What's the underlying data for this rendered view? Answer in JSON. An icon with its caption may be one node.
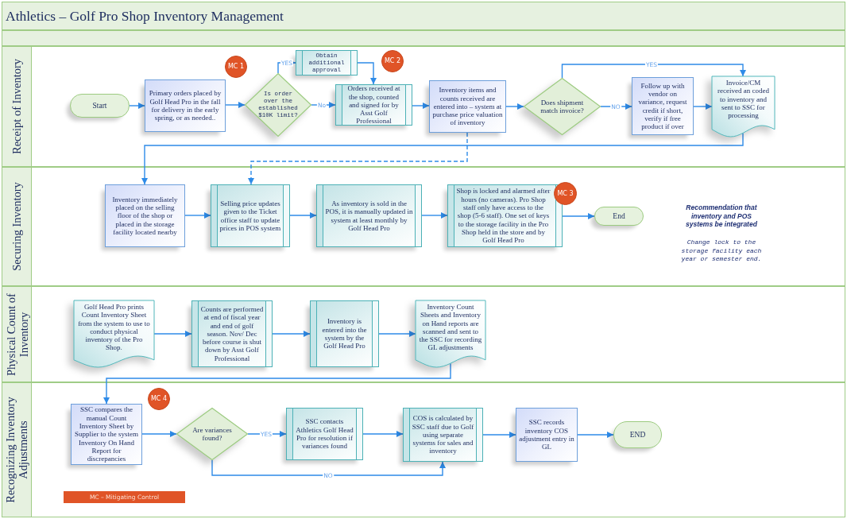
{
  "diagram": {
    "title": "Athletics – Golf Pro Shop Inventory Management",
    "nodes": [
      {
        "text": [
          "Receipt of Inventory"
        ]
      },
      {
        "text": [
          "Start"
        ],
        "in": 0
      },
      {
        "text": [
          "Primary orders placed by Golf Head Pro in the fall for delivery in the early spring, or as needed.."
        ],
        "in": 0
      },
      {
        "text": [
          "MC 1"
        ],
        "in": 0
      },
      {
        "text": [
          "Is order over the established $10K limit?"
        ],
        "in": 0
      },
      {
        "text": [
          "Obtain additional approval"
        ],
        "in": 0
      },
      {
        "text": [
          "MC 2"
        ],
        "in": 0
      },
      {
        "text": [
          "Orders received at the shop, counted and signed for by Asst Golf Professional"
        ],
        "in": 0
      },
      {
        "text": [
          "Inventory items and counts received are entered into – system at purchase price valuation of inventory"
        ],
        "in": 0
      },
      {
        "text": [
          "Does shipment match invoice?"
        ],
        "in": 0
      },
      {
        "text": [
          "Follow up with vendor on variance, request credit if short, verify if free product if over"
        ],
        "in": 0
      },
      {
        "text": [
          "Invoice/CM received an coded to inventory and sent to SSC for processing"
        ],
        "in": 0
      },
      {
        "text": [
          "Securing Inventory"
        ]
      },
      {
        "text": [
          "Inventory immediately placed on the selling floor of the shop or placed in the storage facility located nearby"
        ],
        "in": 12
      },
      {
        "text": [
          "Selling price updates given to the Ticket office staff to update prices in POS system"
        ],
        "in": 12
      },
      {
        "text": [
          "As inventory is sold in the POS, it is manually updated in system at least monthly by Golf Head Pro"
        ],
        "in": 12
      },
      {
        "text": [
          "Shop is locked and alarmed after hours (no cameras). Pro Shop staff only have access to the shop (5-6 staff). One set of keys to the storage facility in the Pro Shop held in the store and by Golf Head Pro"
        ],
        "in": 12
      },
      {
        "text": [
          "MC 3"
        ],
        "in": 12
      },
      {
        "text": [
          "End"
        ],
        "in": 12
      },
      {
        "text": [
          "Physical Count of Inventory"
        ]
      },
      {
        "text": [
          "Golf Head Pro prints Count Inventory Sheet from the system to use to conduct physical inventory of the Pro Shop."
        ],
        "in": 19
      },
      {
        "text": [
          "Counts are performed at end of fiscal year and end of golf season. Nov/ Dec before course is shut down by Asst Golf Professional"
        ],
        "in": 19
      },
      {
        "text": [
          "Inventory is entered into the system by the Golf Head Pro"
        ],
        "in": 19
      },
      {
        "text": [
          "Inventory Count Sheets and Inventory on Hand reports are scanned and sent to the SSC for recording GL adjustments"
        ],
        "in": 19
      },
      {
        "text": [
          "Recognizing Inventory Adjustments"
        ]
      },
      {
        "text": [
          "SSC compares the manual Count Inventory Sheet by Supplier to the system Inventory On Hand Report for discrepancies"
        ],
        "in": 24
      },
      {
        "text": [
          "MC 4"
        ],
        "in": 24
      },
      {
        "text": [
          "Are variances found?"
        ],
        "in": 24
      },
      {
        "text": [
          "SSC contacts Athletics Golf Head Pro for resolution if variances found"
        ],
        "in": 24
      },
      {
        "text": [
          "COS is calculated by SSC staff due to Golf using separate systems for sales and inventory"
        ],
        "in": 24
      },
      {
        "text": [
          "SSC records inventory COS adjustment entry in GL"
        ],
        "in": 24
      },
      {
        "text": [
          "END"
        ],
        "in": 24
      }
    ],
    "edges": [
      {
        "from": 1,
        "to": 2,
        "arrow": "to"
      },
      {
        "from": 2,
        "to": 4,
        "arrow": "to"
      },
      {
        "from": 4,
        "to": 5,
        "arrow": "to",
        "label": "YES"
      },
      {
        "from": 4,
        "to": 7,
        "arrow": "to",
        "label": "No"
      },
      {
        "from": 5,
        "to": 7,
        "arrow": "to"
      },
      {
        "from": 7,
        "to": 8,
        "arrow": "to"
      },
      {
        "from": 8,
        "to": 9,
        "arrow": "to"
      },
      {
        "from": 9,
        "to": 11,
        "arrow": "to",
        "label": "YES"
      },
      {
        "from": 9,
        "to": 10,
        "arrow": "to",
        "label": "NO"
      },
      {
        "from": 10,
        "to": 11,
        "arrow": "to"
      },
      {
        "from": 11,
        "to": 13,
        "arrow": "to"
      },
      {
        "from": 8,
        "to": 14,
        "arrow": "to",
        "style": "dashed"
      },
      {
        "from": 13,
        "to": 14,
        "arrow": "to"
      },
      {
        "from": 14,
        "to": 15,
        "arrow": "to"
      },
      {
        "from": 15,
        "to": 16,
        "arrow": "to"
      },
      {
        "from": 16,
        "to": 18,
        "arrow": "to"
      },
      {
        "from": 20,
        "to": 21,
        "arrow": "to"
      },
      {
        "from": 21,
        "to": 22,
        "arrow": "to"
      },
      {
        "from": 22,
        "to": 23,
        "arrow": "to"
      },
      {
        "from": 23,
        "to": 25,
        "arrow": "to"
      },
      {
        "from": 25,
        "to": 27,
        "arrow": "to"
      },
      {
        "from": 27,
        "to": 28,
        "arrow": "to",
        "label": "YES"
      },
      {
        "from": 27,
        "to": 29,
        "arrow": "to",
        "label": "NO"
      },
      {
        "from": 28,
        "to": 29,
        "arrow": "to"
      },
      {
        "from": 29,
        "to": 30,
        "arrow": "to"
      },
      {
        "from": 30,
        "to": 31,
        "arrow": "to"
      }
    ],
    "labels": [
      "Recommendation that inventory and POS systems be integrated",
      "Change lock to the storage facility each year or semester end."
    ],
    "legend": [
      {
        "text": "MC – Mitigating Control",
        "color": "#e05427"
      }
    ]
  }
}
